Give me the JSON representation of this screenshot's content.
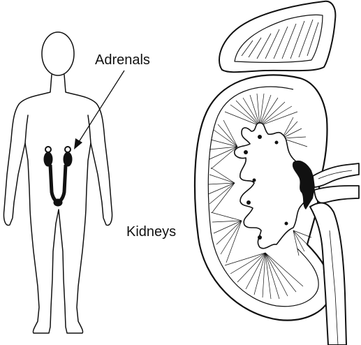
{
  "labels": {
    "adrenals": "Adrenals",
    "kidneys": "Kidneys"
  },
  "colors": {
    "ink": "#111111",
    "background": "#ffffff"
  },
  "illustration": {
    "body_figure": "human-body-outline",
    "organ": "kidney-cross-section-with-adrenal-gland"
  }
}
